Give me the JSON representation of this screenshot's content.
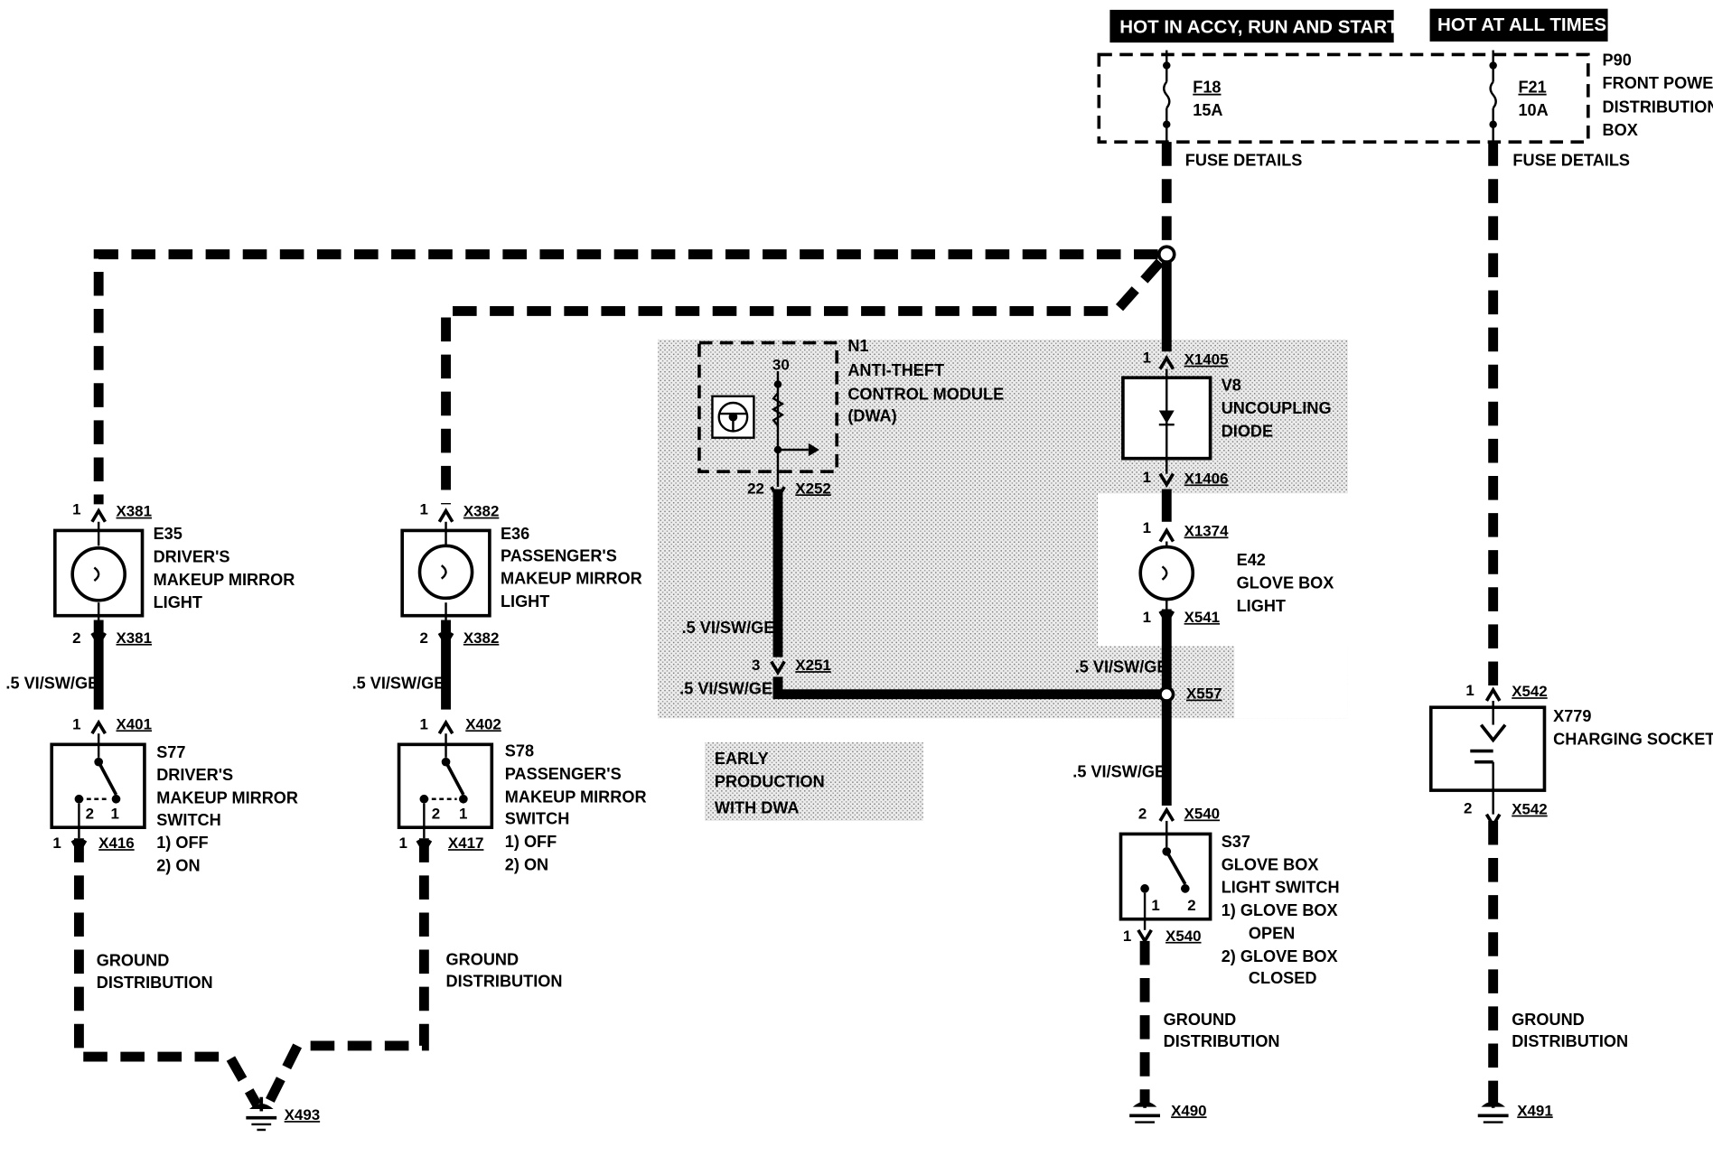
{
  "headers": {
    "hot_accy": "HOT IN ACCY, RUN AND START",
    "hot_all": "HOT AT ALL TIMES"
  },
  "fuse_box": {
    "id": "P90",
    "name_1": "FRONT POWER",
    "name_2": "DISTRIBUTION",
    "name_3": "BOX",
    "f18_id": "F18",
    "f18_rating": "15A",
    "f21_id": "F21",
    "f21_rating": "10A",
    "fuse_details": "FUSE DETAILS"
  },
  "components": {
    "e35": {
      "id": "E35",
      "l1": "DRIVER'S",
      "l2": "MAKEUP MIRROR",
      "l3": "LIGHT"
    },
    "e36": {
      "id": "E36",
      "l1": "PASSENGER'S",
      "l2": "MAKEUP MIRROR",
      "l3": "LIGHT"
    },
    "s77": {
      "id": "S77",
      "l1": "DRIVER'S",
      "l2": "MAKEUP MIRROR",
      "l3": "SWITCH",
      "o1": "1)   OFF",
      "o2": "2)   ON"
    },
    "s78": {
      "id": "S78",
      "l1": "PASSENGER'S",
      "l2": "MAKEUP MIRROR",
      "l3": "SWITCH",
      "o1": "1)   OFF",
      "o2": "2)   ON"
    },
    "n1": {
      "id": "N1",
      "l1": "ANTI-THEFT",
      "l2": "CONTROL MODULE",
      "l3": "(DWA)",
      "pin_top": "30"
    },
    "v8": {
      "id": "V8",
      "l1": "UNCOUPLING",
      "l2": "DIODE"
    },
    "e42": {
      "id": "E42",
      "l1": "GLOVE BOX",
      "l2": "LIGHT"
    },
    "s37": {
      "id": "S37",
      "l1": "GLOVE BOX",
      "l2": "LIGHT SWITCH",
      "o1": "1)   GLOVE BOX",
      "o1b": "OPEN",
      "o2": "2)   GLOVE BOX",
      "o2b": "CLOSED"
    },
    "x779": {
      "id": "X779",
      "l1": "CHARGING SOCKET"
    },
    "early": {
      "l1": "EARLY",
      "l2": "PRODUCTION",
      "l3": "WITH DWA"
    }
  },
  "connectors": {
    "x381": "X381",
    "x382": "X382",
    "x401": "X401",
    "x402": "X402",
    "x416": "X416",
    "x417": "X417",
    "x493": "X493",
    "x252": "X252",
    "x251": "X251",
    "x1405": "X1405",
    "x1406": "X1406",
    "x1374": "X1374",
    "x541": "X541",
    "x557": "X557",
    "x540": "X540",
    "x490": "X490",
    "x542": "X542",
    "x491": "X491"
  },
  "pins": {
    "p1": "1",
    "p2": "2",
    "p3": "3",
    "p22": "22"
  },
  "wires": {
    "vi_sw_ge": ".5 VI/SW/GE"
  },
  "ground": {
    "l1": "GROUND",
    "l2": "DISTRIBUTION"
  },
  "colors": {
    "ink": "#000000",
    "shade": "#d9d9d9",
    "background": "#ffffff"
  }
}
